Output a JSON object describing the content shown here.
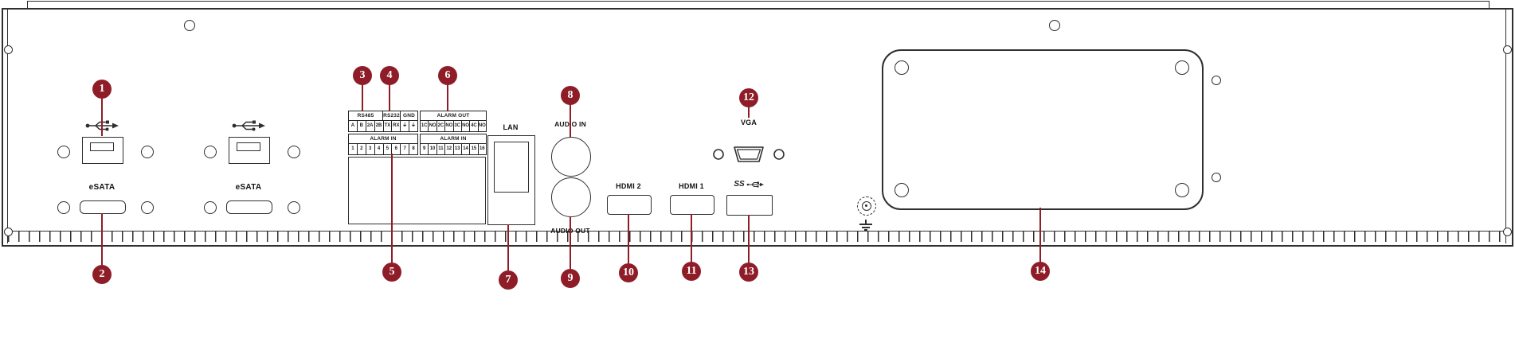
{
  "colors": {
    "callout": "#8e1d28",
    "line": "#2f2f2f"
  },
  "callouts": [
    "1",
    "2",
    "3",
    "4",
    "5",
    "6",
    "7",
    "8",
    "9",
    "10",
    "11",
    "12",
    "13",
    "14"
  ],
  "ports": {
    "esata_left": "eSATA",
    "esata_right": "eSATA",
    "lan": "LAN",
    "audio_in": "AUDIO IN",
    "audio_out": "AUDIO OUT",
    "hdmi_2": "HDMI 2",
    "hdmi_1": "HDMI 1",
    "vga": "VGA",
    "usb3": "SS"
  },
  "terminal_block_left": {
    "headers": {
      "rs485": "RS485",
      "rs232": "RS232",
      "gnd": "GND"
    },
    "pins": [
      "A",
      "B",
      "2A",
      "2B",
      "TX",
      "RX",
      "⏚",
      "⏚"
    ],
    "alarm_in_header": "ALARM IN",
    "alarm_in_pins": [
      "1",
      "2",
      "3",
      "4",
      "5",
      "6",
      "7",
      "8"
    ]
  },
  "terminal_block_right": {
    "alarm_out_header": "ALARM OUT",
    "alarm_out_pins": [
      "1C",
      "NO",
      "2C",
      "NO",
      "3C",
      "NO",
      "4C",
      "NO"
    ],
    "alarm_in_header": "ALARM IN",
    "alarm_in_pins": [
      "9",
      "10",
      "11",
      "12",
      "13",
      "14",
      "15",
      "16"
    ]
  }
}
